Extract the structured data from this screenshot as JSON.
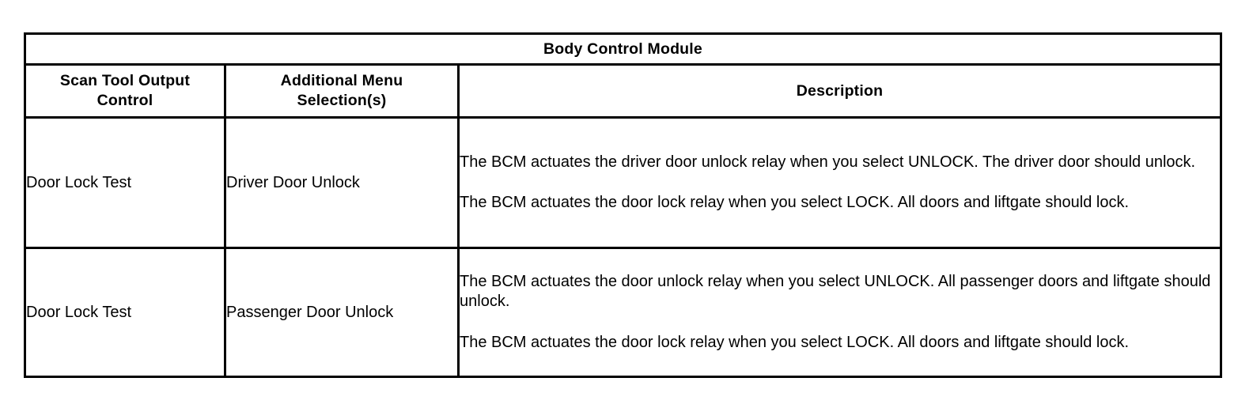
{
  "table": {
    "title": "Body Control Module",
    "headers": {
      "col1_line1": "Scan Tool Output",
      "col1_line2": "Control",
      "col2_line1": "Additional Menu",
      "col2_line2": "Selection(s)",
      "col3": "Description"
    },
    "rows": [
      {
        "scan_tool_output_control": "Door Lock Test",
        "additional_menu_selection": "Driver Door Unlock",
        "description_paragraph_1": "The BCM actuates the driver door unlock relay when you select UNLOCK. The driver door should unlock.",
        "description_paragraph_2": "The BCM actuates the door lock relay when you select LOCK. All doors and liftgate should lock."
      },
      {
        "scan_tool_output_control": "Door Lock Test",
        "additional_menu_selection": "Passenger Door Unlock",
        "description_paragraph_1": "The BCM actuates the door unlock relay when you select UNLOCK. All passenger doors and liftgate should unlock.",
        "description_paragraph_2": "The BCM actuates the door lock relay when you select LOCK. All doors and liftgate should lock."
      }
    ]
  },
  "colors": {
    "border": "#000000",
    "text": "#000000",
    "background": "#ffffff"
  }
}
